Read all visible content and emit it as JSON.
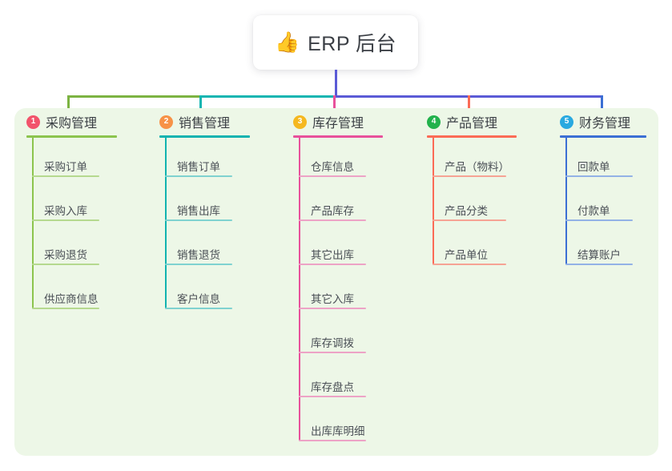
{
  "root": {
    "icon": "thumbs-up-icon",
    "icon_glyph": "👍",
    "title": "ERP 后台"
  },
  "panel": {
    "background": "#edf7e7"
  },
  "connector": {
    "stem_color": "#5b5bd6",
    "bus_segments": [
      {
        "color": "#7cb342"
      },
      {
        "color": "#13b5b1"
      },
      {
        "color": "#5b5bd6"
      }
    ]
  },
  "columns": [
    {
      "index": "1",
      "title": "采购管理",
      "badge_color": "#f2536b",
      "line_color": "#8cc44e",
      "leaf_line_color": "#b5d98f",
      "drop_color": "#8cc44e",
      "items": [
        {
          "label": "采购订单"
        },
        {
          "label": "采购入库"
        },
        {
          "label": "采购退货"
        },
        {
          "label": "供应商信息"
        }
      ]
    },
    {
      "index": "2",
      "title": "销售管理",
      "badge_color": "#f79247",
      "line_color": "#11b3b0",
      "leaf_line_color": "#7fd2d0",
      "drop_color": "#11b3b0",
      "items": [
        {
          "label": "销售订单"
        },
        {
          "label": "销售出库"
        },
        {
          "label": "销售退货"
        },
        {
          "label": "客户信息"
        }
      ]
    },
    {
      "index": "3",
      "title": "库存管理",
      "badge_color": "#f5b820",
      "line_color": "#e8519b",
      "leaf_line_color": "#eda3c6",
      "drop_color": "#e8519b",
      "items": [
        {
          "label": "仓库信息"
        },
        {
          "label": "产品库存"
        },
        {
          "label": "其它出库"
        },
        {
          "label": "其它入库"
        },
        {
          "label": "库存调拨"
        },
        {
          "label": "库存盘点"
        },
        {
          "label": "出库库明细"
        }
      ]
    },
    {
      "index": "4",
      "title": "产品管理",
      "badge_color": "#22b24c",
      "line_color": "#fb6b56",
      "leaf_line_color": "#f6a394",
      "drop_color": "#fb6b56",
      "items": [
        {
          "label": "产品（物料）"
        },
        {
          "label": "产品分类"
        },
        {
          "label": "产品单位"
        }
      ]
    },
    {
      "index": "5",
      "title": "财务管理",
      "badge_color": "#29a9e0",
      "line_color": "#3b6fd4",
      "leaf_line_color": "#93b2e6",
      "drop_color": "#3b6fd4",
      "items": [
        {
          "label": "回款单"
        },
        {
          "label": "付款单"
        },
        {
          "label": "结算账户"
        }
      ]
    }
  ]
}
